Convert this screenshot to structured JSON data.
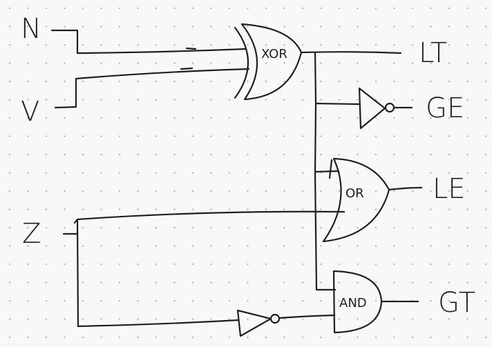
{
  "inputs": {
    "n": "N",
    "v": "V",
    "z": "Z"
  },
  "outputs": {
    "lt": "LT",
    "ge": "GE",
    "le": "LE",
    "gt": "GT"
  },
  "gates": {
    "xor": "XOR",
    "or": "OR",
    "and": "AND"
  },
  "colors": {
    "ink": "#1f1f1f",
    "background": "#f8f8f8",
    "grid_dot": "#bdbdbd"
  }
}
